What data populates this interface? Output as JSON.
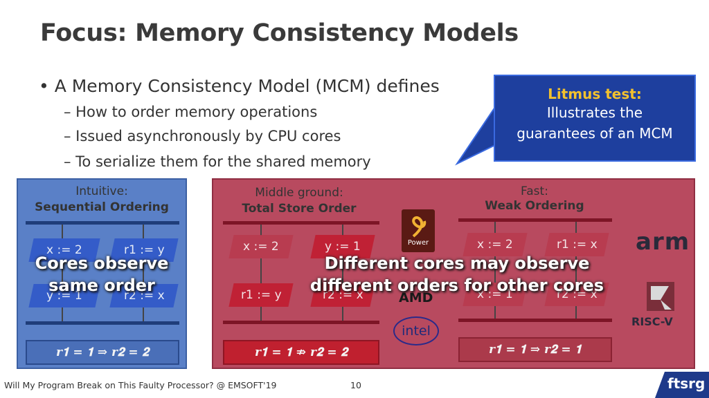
{
  "title": "Focus: Memory Consistency Models",
  "bullet": "• A Memory Consistency Model (MCM) defines",
  "subs": [
    "– How to order memory operations",
    "– Issued asynchronously by CPU cores",
    "– To serialize them for the shared memory"
  ],
  "callout": {
    "heading": "Litmus test:",
    "line1": "Illustrates the",
    "line2": "guarantees of an MCM"
  },
  "panels": {
    "sc": {
      "label": "Intuitive:",
      "name": "Sequential Ordering",
      "ops": [
        "x := 2",
        "r1 := y",
        "y := 1",
        "r2 := x"
      ],
      "result": "𝒓𝟏 = 𝟏  ⇒  𝒓𝟐 = 𝟐",
      "overlay1": "Cores observe",
      "overlay2": "same order"
    },
    "tso": {
      "label": "Middle ground:",
      "name": "Total Store Order",
      "ops": [
        "x := 2",
        "y := 1",
        "r1 := y",
        "r2 := x"
      ],
      "result": "𝒓𝟏 = 𝟏 ⇏ 𝒓𝟐 = 𝟐"
    },
    "wo": {
      "label": "Fast:",
      "name": "Weak Ordering",
      "ops": [
        "x := 2",
        "r1 := x",
        "x := 1",
        "r2 := x"
      ],
      "result": "𝒓𝟏 = 𝟏  ⇒  𝒓𝟐 = 𝟏"
    },
    "overlay1": "Different cores may observe",
    "overlay2": "different orders for other cores"
  },
  "logos": {
    "power": "Power",
    "amd": "AMD",
    "intel": "intel",
    "arm": "arm",
    "riscv": "RISC-V"
  },
  "colors": {
    "callout_bg": "#1e3f9e",
    "callout_heading": "#f2c12e",
    "sc_panel": "#5a80c7",
    "relaxed_panel": "#b84a5f"
  },
  "footer": "Will My Program Break on This Faulty Processor? @ EMSOFT'19",
  "page_number": "10",
  "brand": "ftsrg"
}
